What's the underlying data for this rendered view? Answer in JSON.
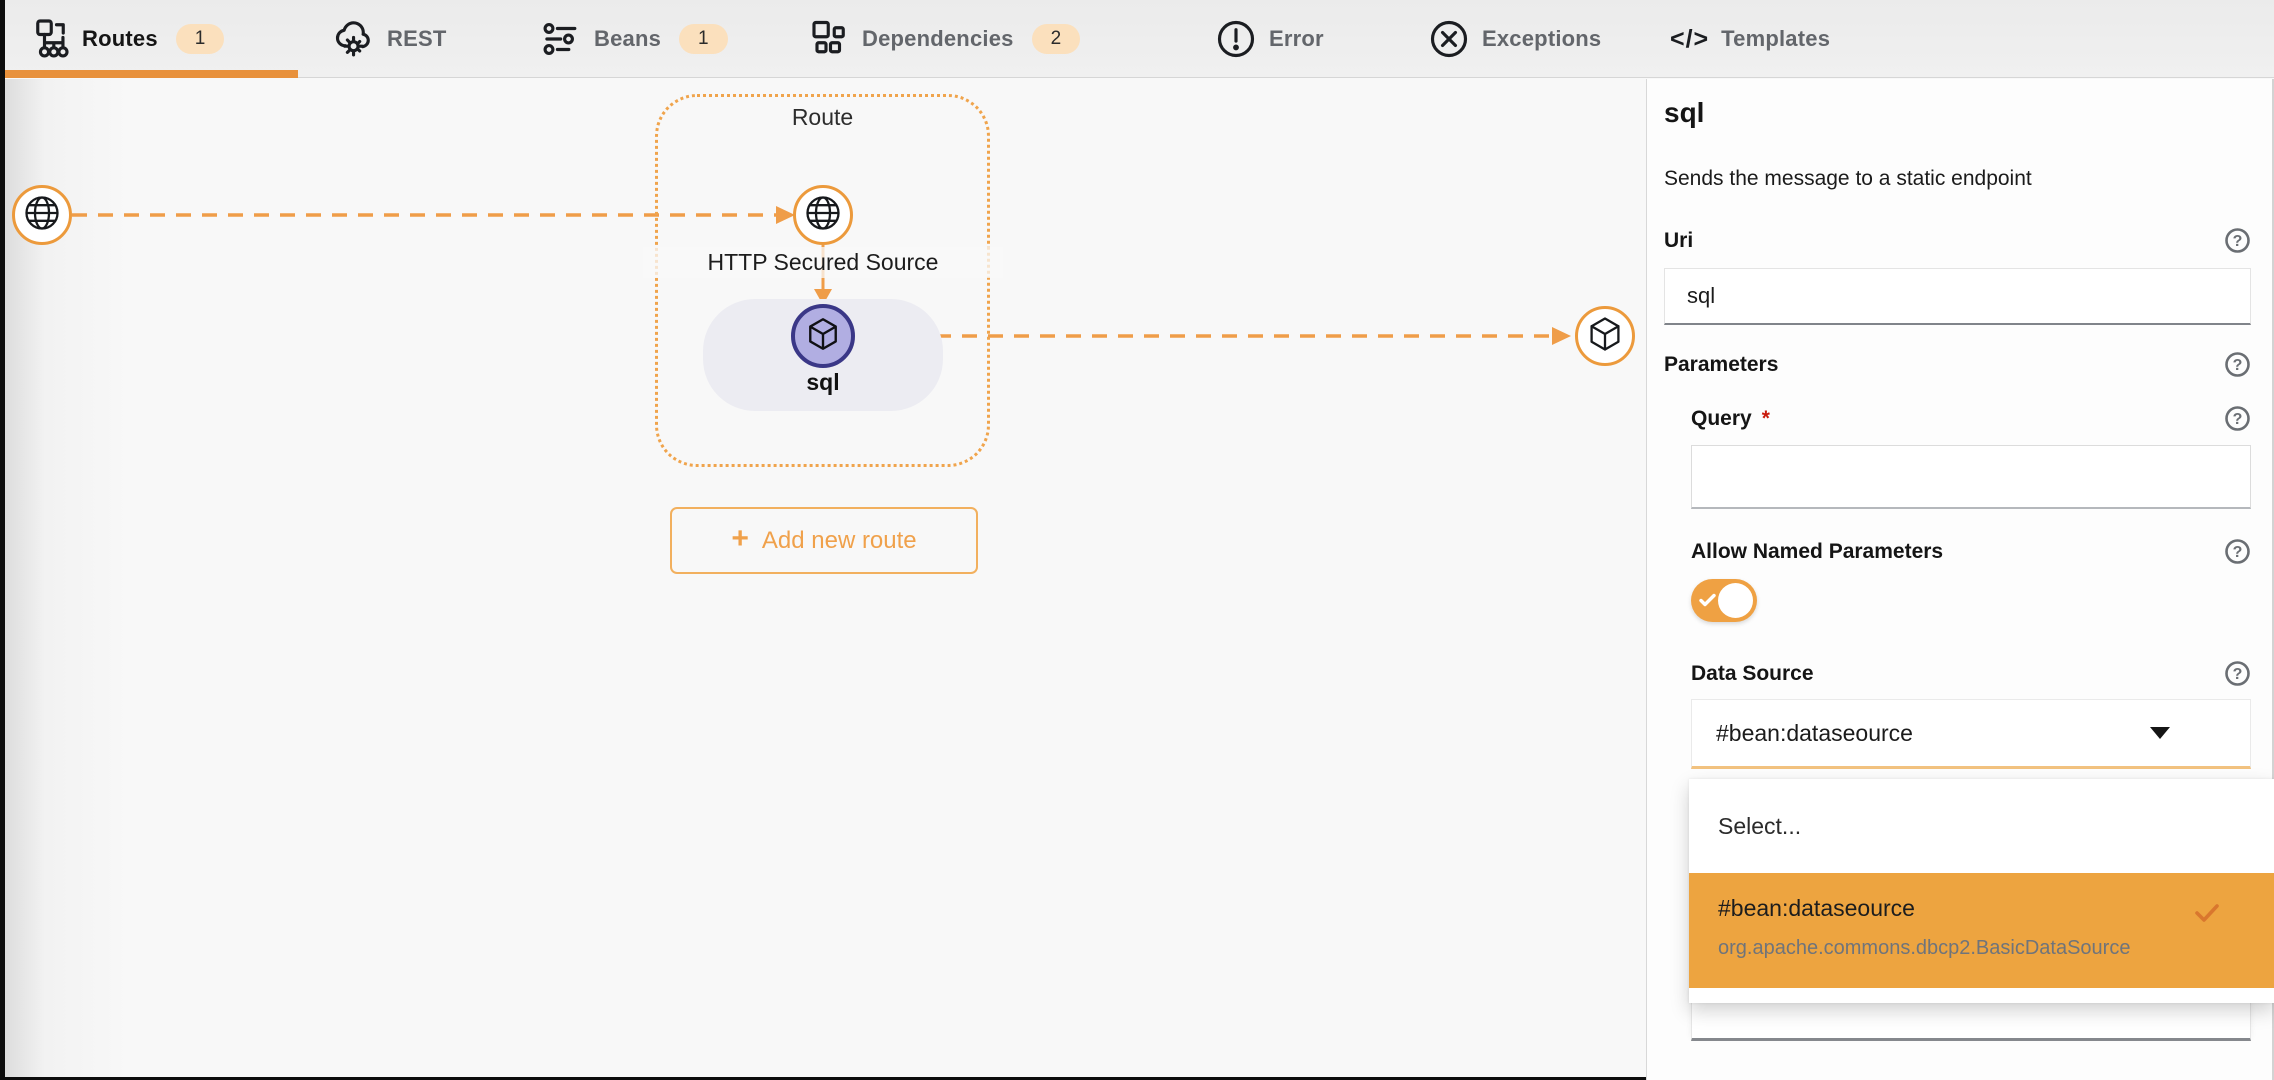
{
  "tabs": [
    {
      "label": "Routes",
      "badge": "1",
      "active": true
    },
    {
      "label": "REST"
    },
    {
      "label": "Beans",
      "badge": "1"
    },
    {
      "label": "Dependencies",
      "badge": "2"
    },
    {
      "label": "Error"
    },
    {
      "label": "Exceptions"
    },
    {
      "label": "Templates"
    }
  ],
  "canvas": {
    "route_label": "Route",
    "source_label": "HTTP Secured Source",
    "processor_label": "sql",
    "add_route_label": "Add new route",
    "add_route_plus": "+"
  },
  "panel": {
    "title": "sql",
    "description": "Sends the message to a static endpoint",
    "uri": {
      "label": "Uri",
      "value": "sql"
    },
    "parameters_label": "Parameters",
    "query": {
      "label": "Query",
      "required": "*",
      "value": ""
    },
    "allow_named_parameters": {
      "label": "Allow Named Parameters",
      "on": true
    },
    "data_source": {
      "label": "Data Source",
      "value": "#bean:dataseource"
    },
    "dropdown": {
      "options": [
        {
          "label": "Select..."
        },
        {
          "label": "#bean:dataseource",
          "sublabel": "org.apache.commons.dbcp2.BasicDataSource",
          "selected": true
        }
      ]
    }
  },
  "icons": {
    "templates_glyph": "</>"
  },
  "colors": {
    "accent_orange": "#ec9a3c",
    "underline_orange": "#e8913c",
    "dropdown_highlight": "#eda440",
    "badge_bg": "#fbe0bd",
    "toggle_on": "#efa143",
    "node_purple_fill": "#b1aee2",
    "node_purple_border": "#3a3787",
    "required_red": "#c9190b"
  }
}
